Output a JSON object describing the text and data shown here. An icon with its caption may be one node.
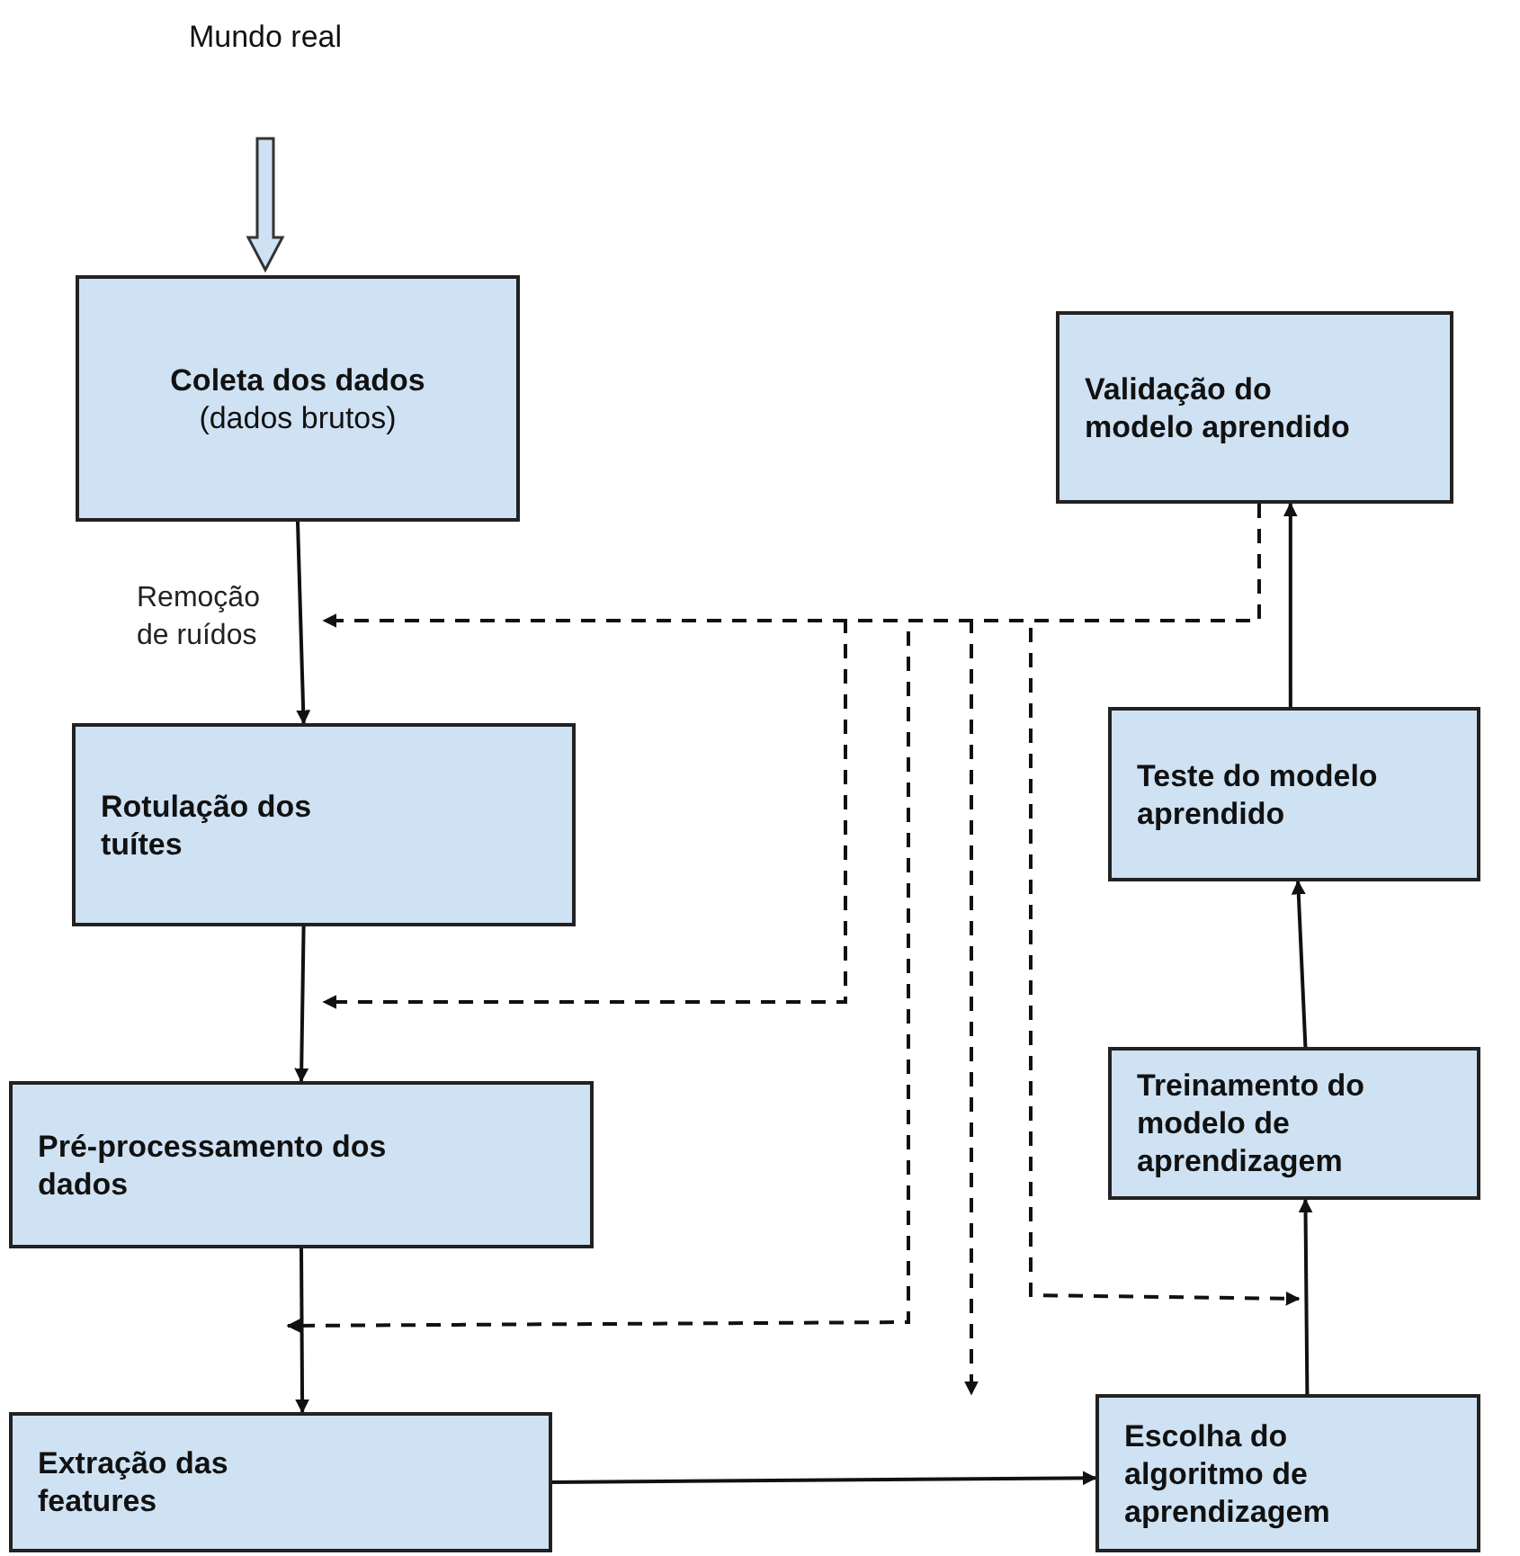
{
  "diagram": {
    "nodes": [
      {
        "text": [
          "Mundo real"
        ]
      },
      {
        "text": [
          "Coleta dos dados",
          "(dados brutos)"
        ]
      },
      {
        "text": [
          "Rotulação dos tuítes"
        ]
      },
      {
        "text": [
          "Pré-processamento dos dados"
        ]
      },
      {
        "text": [
          "Extração das features"
        ]
      },
      {
        "text": [
          "Escolha do algoritmo de aprendizagem"
        ]
      },
      {
        "text": [
          "Treinamento do modelo de aprendizagem"
        ]
      },
      {
        "text": [
          "Teste do modelo aprendido"
        ]
      },
      {
        "text": [
          "Validação do modelo aprendido"
        ]
      }
    ],
    "edges": [
      {
        "from": 0,
        "to": 1,
        "arrow": "to",
        "style": "thick"
      },
      {
        "from": 1,
        "to": 2,
        "arrow": "to",
        "label": "Remoção de ruídos"
      },
      {
        "from": 2,
        "to": 3,
        "arrow": "to"
      },
      {
        "from": 3,
        "to": 4,
        "arrow": "to"
      },
      {
        "from": 4,
        "to": 5,
        "arrow": "to"
      },
      {
        "from": 5,
        "to": 6,
        "arrow": "to"
      },
      {
        "from": 6,
        "to": 7,
        "arrow": "to"
      },
      {
        "from": 7,
        "to": 8,
        "arrow": "to"
      },
      {
        "from": 8,
        "to": null,
        "arrow": "to",
        "style": "dashed"
      },
      {
        "from": 8,
        "to": null,
        "arrow": "to",
        "style": "dashed"
      },
      {
        "from": 8,
        "to": null,
        "arrow": "to",
        "style": "dashed"
      },
      {
        "from": 8,
        "to": null,
        "arrow": "to",
        "style": "dashed"
      },
      {
        "from": 8,
        "to": null,
        "arrow": "to",
        "style": "dashed"
      }
    ]
  }
}
